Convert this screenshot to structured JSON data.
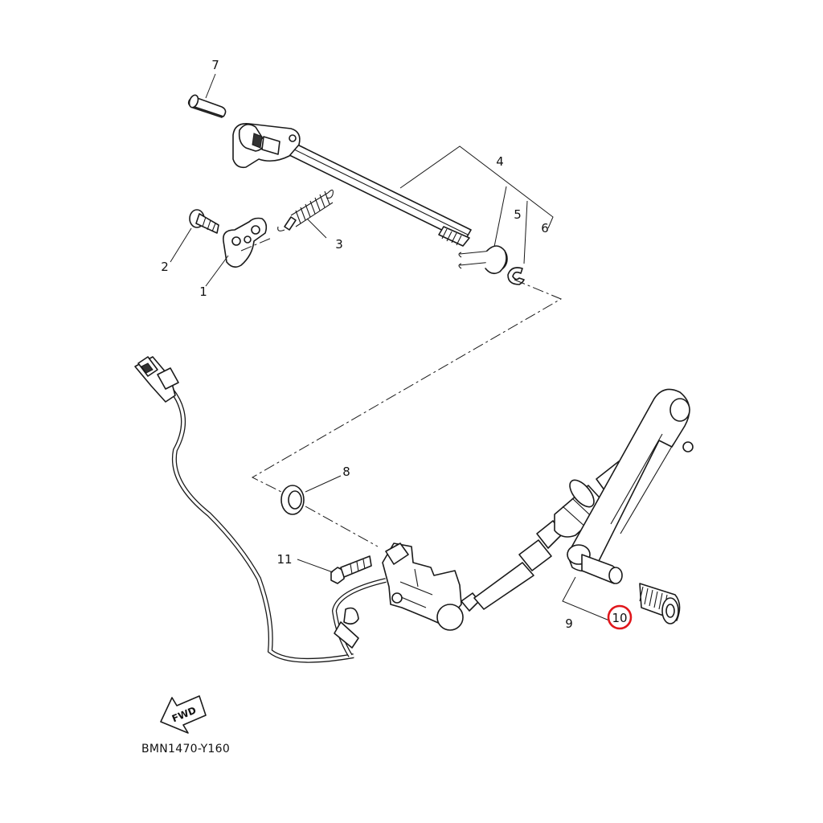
{
  "diagram": {
    "reference_code": "BMN1470-Y160",
    "direction_label": "FWD",
    "highlight_color": "#e0161b",
    "line_color": "#1a1a1a",
    "highlighted_part": "10",
    "callouts": {
      "c1": "1",
      "c2": "2",
      "c3": "3",
      "c4": "4",
      "c5": "5",
      "c6": "6",
      "c7": "7",
      "c8": "8",
      "c9": "9",
      "c10": "10",
      "c11": "11"
    }
  }
}
